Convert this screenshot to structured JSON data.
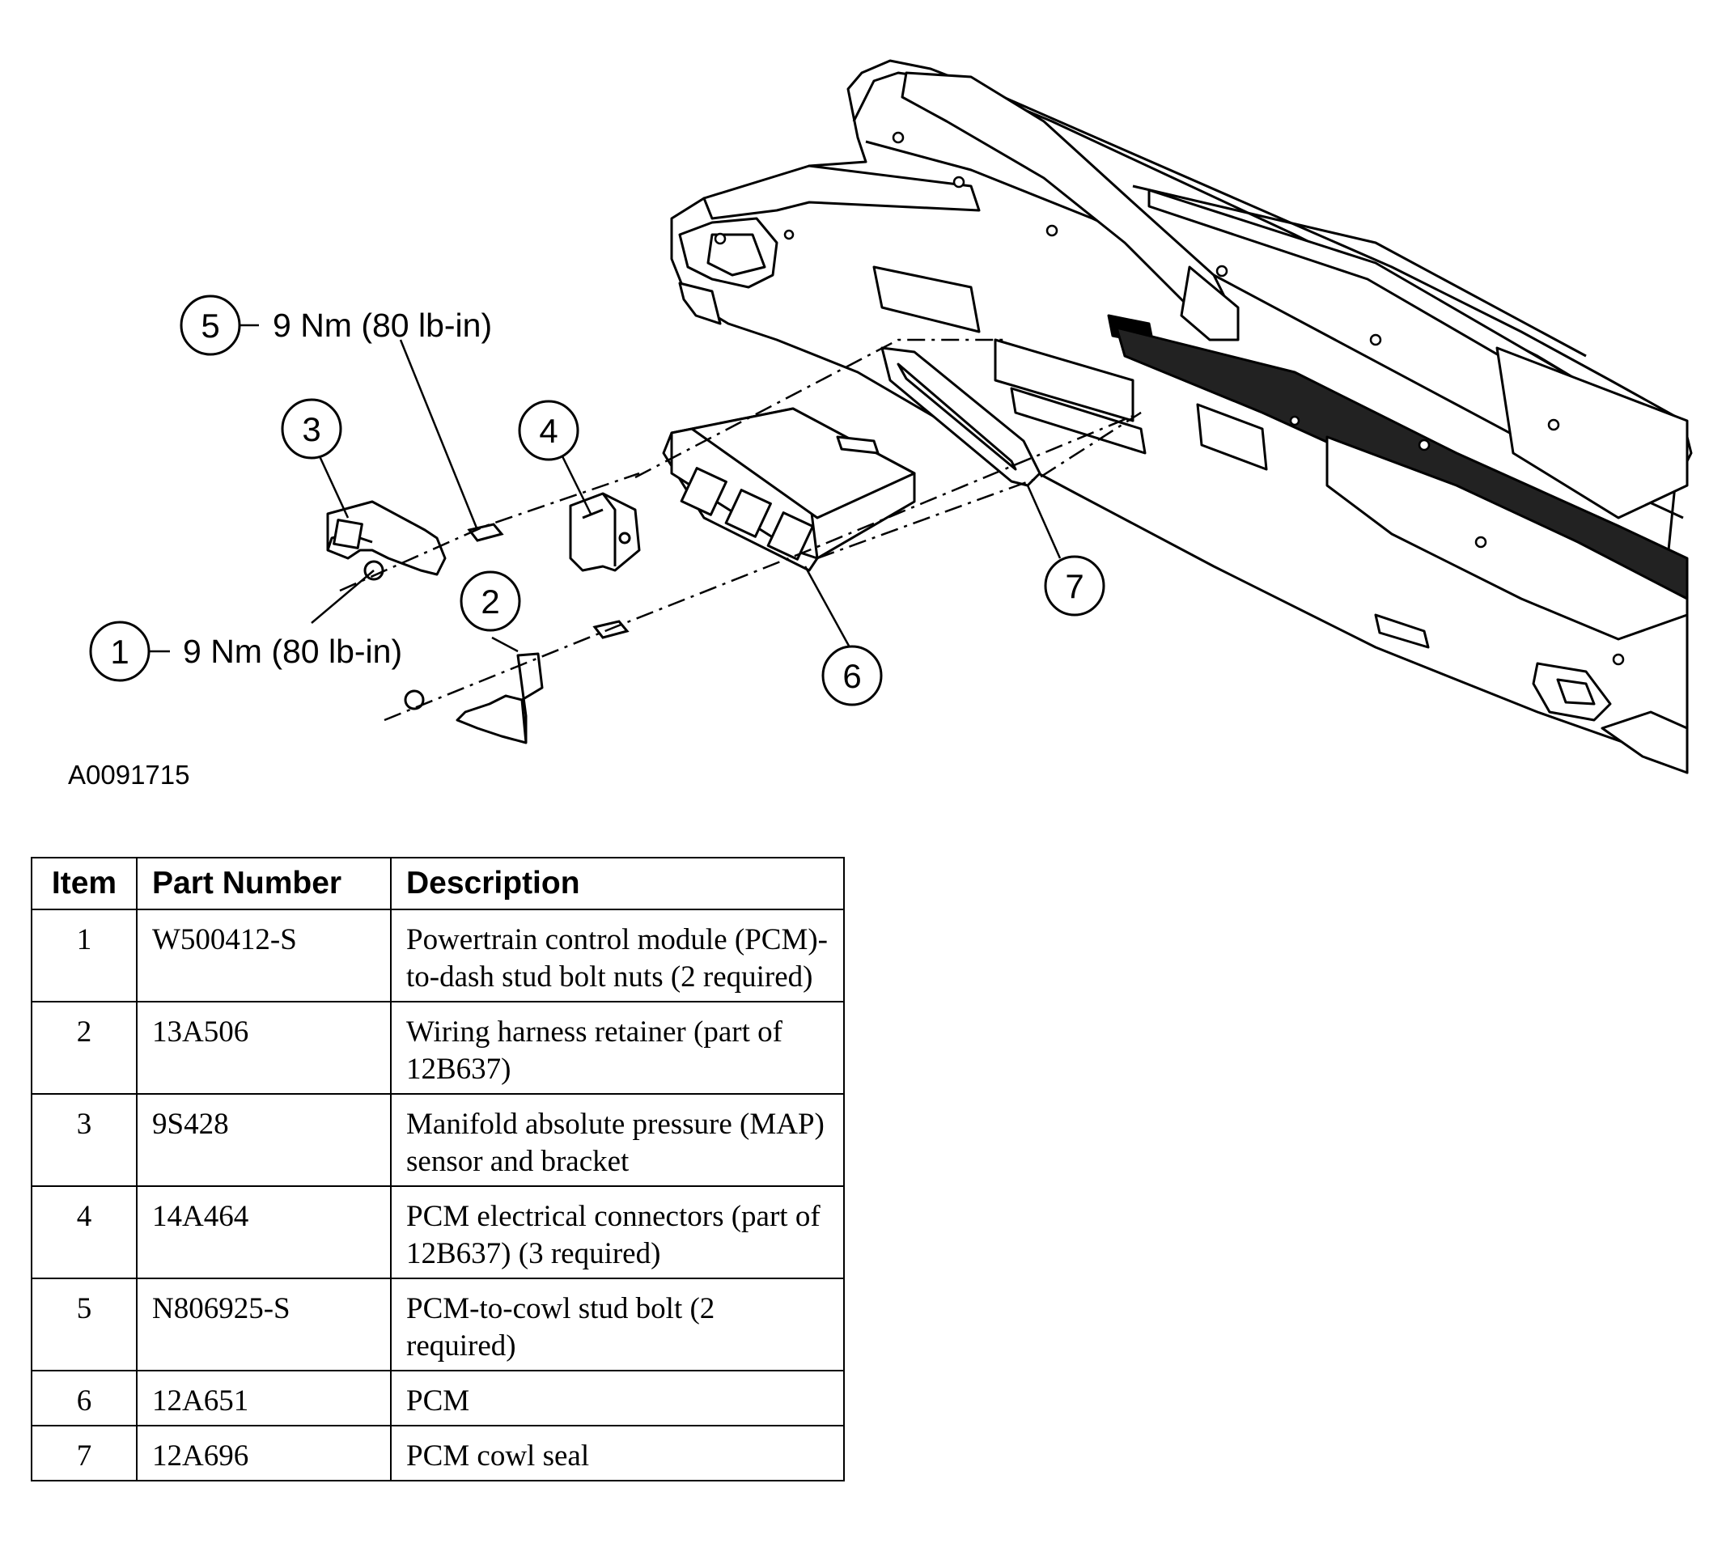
{
  "figure": {
    "id": "A0091715",
    "callouts": [
      {
        "num": "1",
        "torque": "9 Nm (80 lb-in)"
      },
      {
        "num": "2"
      },
      {
        "num": "3"
      },
      {
        "num": "4"
      },
      {
        "num": "5",
        "torque": "9 Nm (80 lb-in)"
      },
      {
        "num": "6"
      },
      {
        "num": "7"
      }
    ]
  },
  "table": {
    "headers": [
      "Item",
      "Part Number",
      "Description"
    ],
    "rows": [
      {
        "item": "1",
        "part": "W500412-S",
        "desc": "Powertrain control module (PCM)-to-dash stud bolt nuts (2 required)"
      },
      {
        "item": "2",
        "part": "13A506",
        "desc": "Wiring harness retainer (part of 12B637)"
      },
      {
        "item": "3",
        "part": "9S428",
        "desc": "Manifold absolute pressure (MAP) sensor and bracket"
      },
      {
        "item": "4",
        "part": "14A464",
        "desc": "PCM electrical connectors (part of 12B637) (3 required)"
      },
      {
        "item": "5",
        "part": "N806925-S",
        "desc": "PCM-to-cowl stud bolt (2 required)"
      },
      {
        "item": "6",
        "part": "12A651",
        "desc": "PCM"
      },
      {
        "item": "7",
        "part": "12A696",
        "desc": "PCM cowl seal"
      }
    ]
  }
}
